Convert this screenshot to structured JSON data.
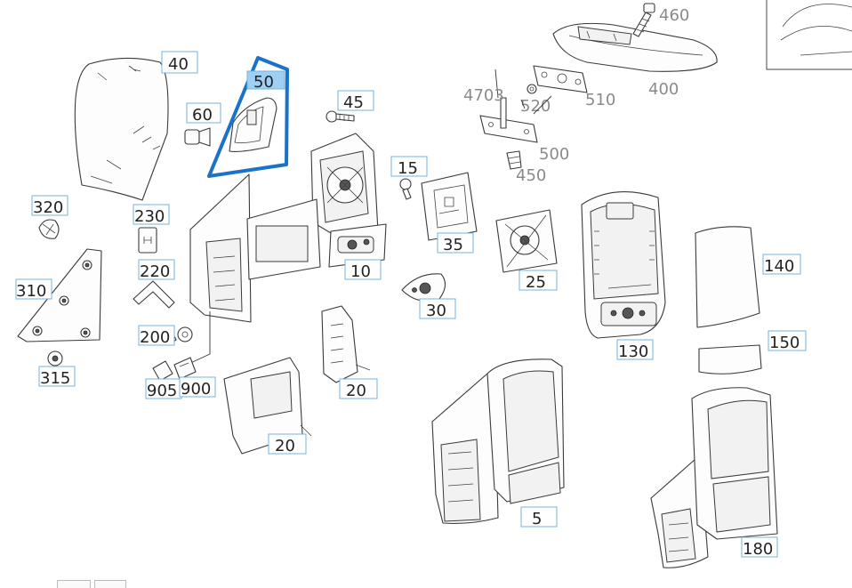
{
  "diagram": {
    "highlight_color": "#1a73c9",
    "label_border_color": "#74b3dd",
    "selected_label_fill": "#9fd0f3",
    "selected_part": "50",
    "callouts": {
      "c460": "460",
      "c400": "400",
      "c4703": "4703",
      "c520": "520",
      "c510": "510",
      "c500": "500",
      "c450": "450",
      "c40": "40",
      "c50": "50",
      "c60": "60",
      "c45": "45",
      "c15": "15",
      "c35": "35",
      "c10": "10",
      "c25": "25",
      "c30": "30",
      "c320": "320",
      "c230": "230",
      "c220": "220",
      "c310": "310",
      "c200": "200",
      "c315": "315",
      "c905": "905",
      "c900": "900",
      "c20a": "20",
      "c20b": "20",
      "c130": "130",
      "c140": "140",
      "c150": "150",
      "c5": "5",
      "c180": "180"
    }
  }
}
